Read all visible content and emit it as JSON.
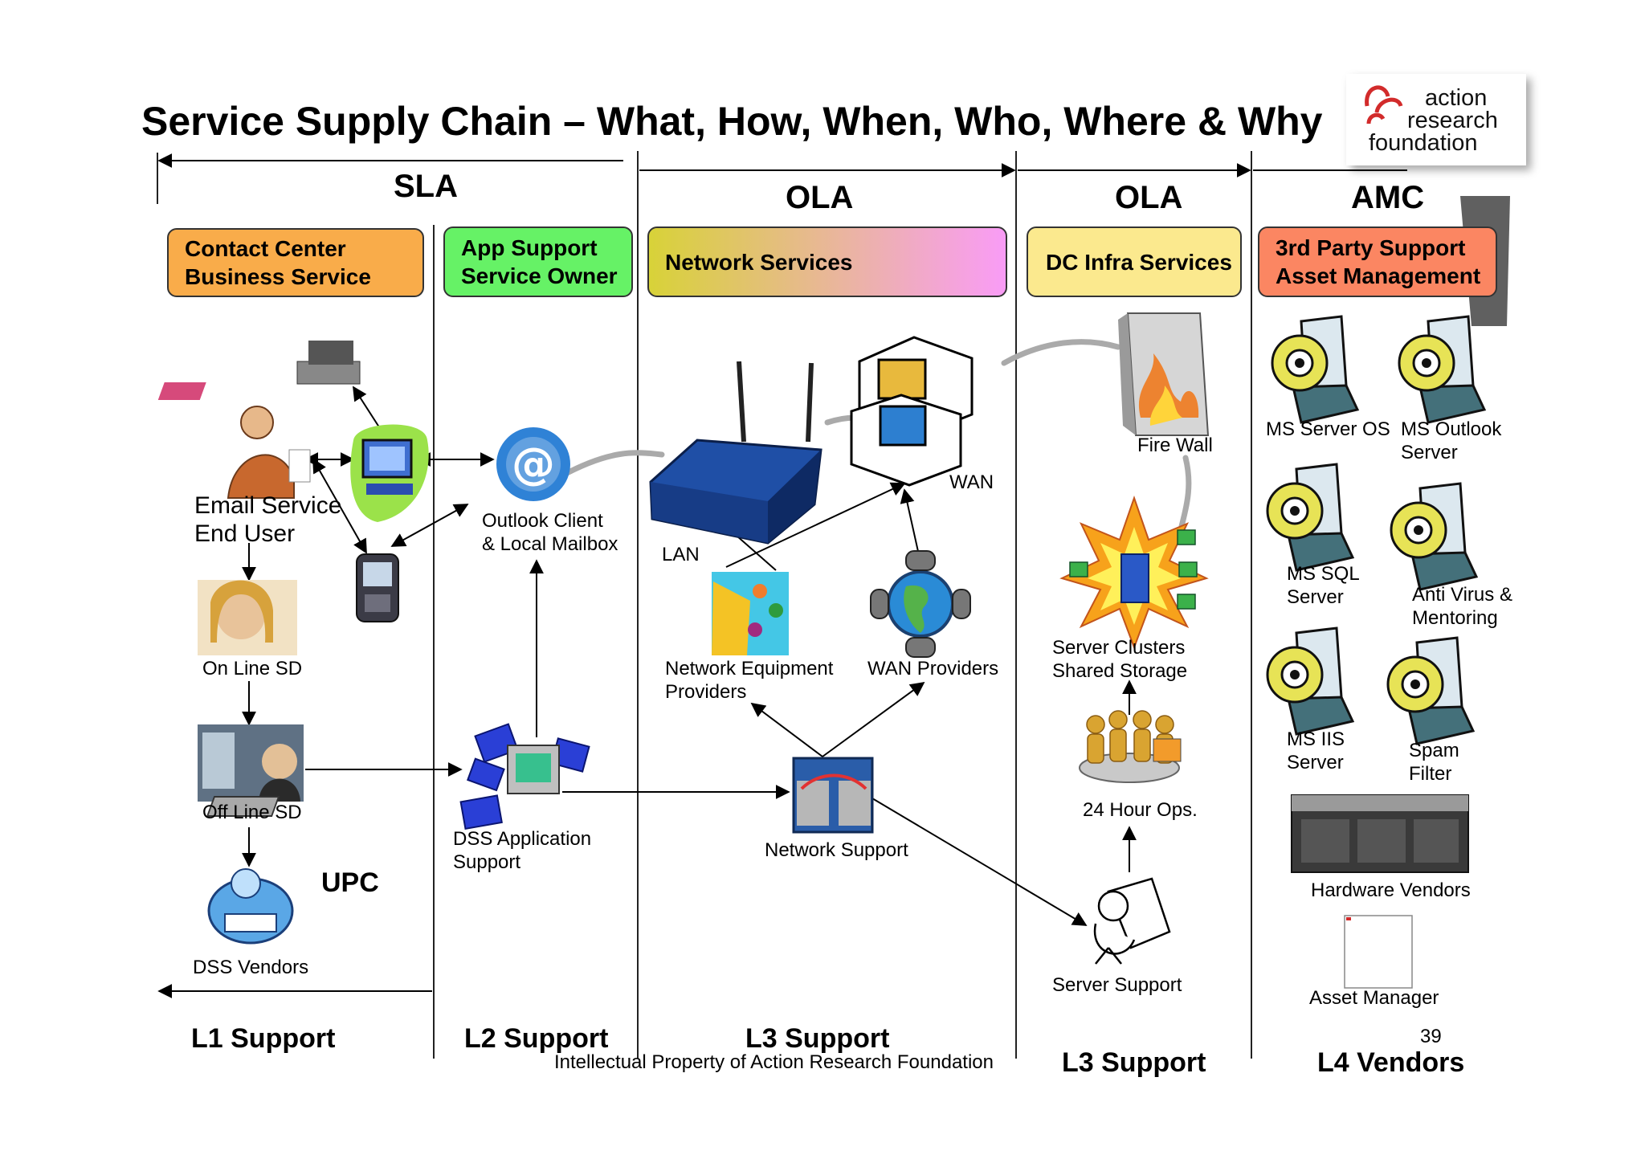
{
  "title": "Service Supply Chain – What, How, When, Who, Where & Why",
  "logo": {
    "lines": [
      "action",
      "research",
      "foundation"
    ]
  },
  "agreements": {
    "sla": "SLA",
    "ola1": "OLA",
    "ola2": "OLA",
    "amc": "AMC"
  },
  "headers": {
    "contact_center": [
      "Contact Center",
      "Business Service"
    ],
    "app_support": [
      "App  Support",
      "Service  Owner"
    ],
    "network_services": "Network Services",
    "dc_infra": "DC Infra Services",
    "third_party": [
      "3rd Party Support",
      "Asset Management"
    ]
  },
  "nodes": {
    "email_end_user": [
      "Email Service",
      "End User"
    ],
    "online_sd": "On Line SD",
    "offline_sd": "Off Line SD",
    "dss_vendors": "DSS Vendors",
    "upc": "UPC",
    "outlook_client": [
      "Outlook Client",
      "& Local Mailbox"
    ],
    "dss_app_support": [
      "DSS Application",
      "Support"
    ],
    "lan": "LAN",
    "wan": "WAN",
    "network_equipment": [
      "Network Equipment",
      "Providers"
    ],
    "wan_providers": "WAN Providers",
    "network_support": "Network Support",
    "fire_wall": "Fire Wall",
    "server_clusters": [
      "Server Clusters",
      "Shared Storage"
    ],
    "hour_ops": "24 Hour Ops.",
    "server_support": "Server Support",
    "ms_server_os": "MS Server OS",
    "ms_outlook_server": [
      "MS Outlook",
      "Server"
    ],
    "ms_sql_server": [
      "MS SQL",
      "Server"
    ],
    "anti_virus": [
      "Anti Virus &",
      "Mentoring"
    ],
    "ms_iis_server": [
      "MS IIS",
      "Server"
    ],
    "spam_filter": [
      "Spam",
      "Filter"
    ],
    "hardware_vendors": "Hardware Vendors",
    "asset_manager": "Asset Manager"
  },
  "support_levels": {
    "l1": "L1 Support",
    "l2": "L2 Support",
    "l3a": "L3 Support",
    "l3b": "L3 Support",
    "l4": "L4 Vendors"
  },
  "footer": {
    "ip": "Intellectual Property of Action Research Foundation",
    "page": "39"
  },
  "colors": {
    "contact_center": "#f9ac4a",
    "app_support": "#66f266",
    "network_start": "#d8d238",
    "network_end": "#f99cf6",
    "dc_infra": "#fbe98e",
    "third_party": "#fb8662",
    "logo_red": "#d22b2b"
  }
}
